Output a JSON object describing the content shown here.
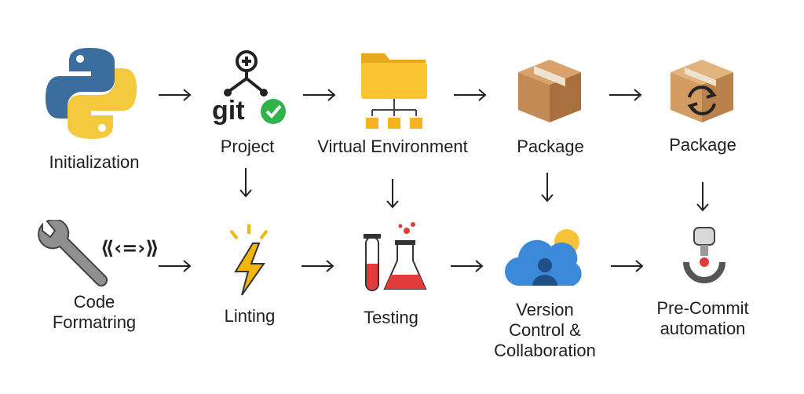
{
  "steps": [
    {
      "label": "Initialization",
      "icon": "python-logo-icon"
    },
    {
      "label": "Project",
      "icon": "git-branch-icon",
      "icon_text": "git"
    },
    {
      "label": "Virtual Environment",
      "icon": "folder-tree-icon"
    },
    {
      "label": "Package",
      "icon": "package-box-icon"
    },
    {
      "label": "Package",
      "icon": "package-refresh-icon"
    },
    {
      "label": "Code\nFormatring",
      "icon": "wrench-code-icon",
      "icon_text": "⟪‹=›⟫"
    },
    {
      "label": "Linting",
      "icon": "lightning-bolt-icon"
    },
    {
      "label": "Testing",
      "icon": "lab-flask-icon"
    },
    {
      "label": "Version\nControl &\nCollaboration",
      "icon": "cloud-user-icon"
    },
    {
      "label": "Pre-Commit\nautomation",
      "icon": "robot-claw-icon"
    }
  ],
  "colors": {
    "python_blue": "#3b6e9f",
    "python_yellow": "#f5c93d",
    "git_green": "#2fb34a",
    "folder_yellow": "#fbc531",
    "box_brown": "#c48a55",
    "bolt_yellow": "#f2b705",
    "liquid_red": "#e23b3b",
    "cloud_blue": "#3b8ad9",
    "arrow": "#222222"
  }
}
